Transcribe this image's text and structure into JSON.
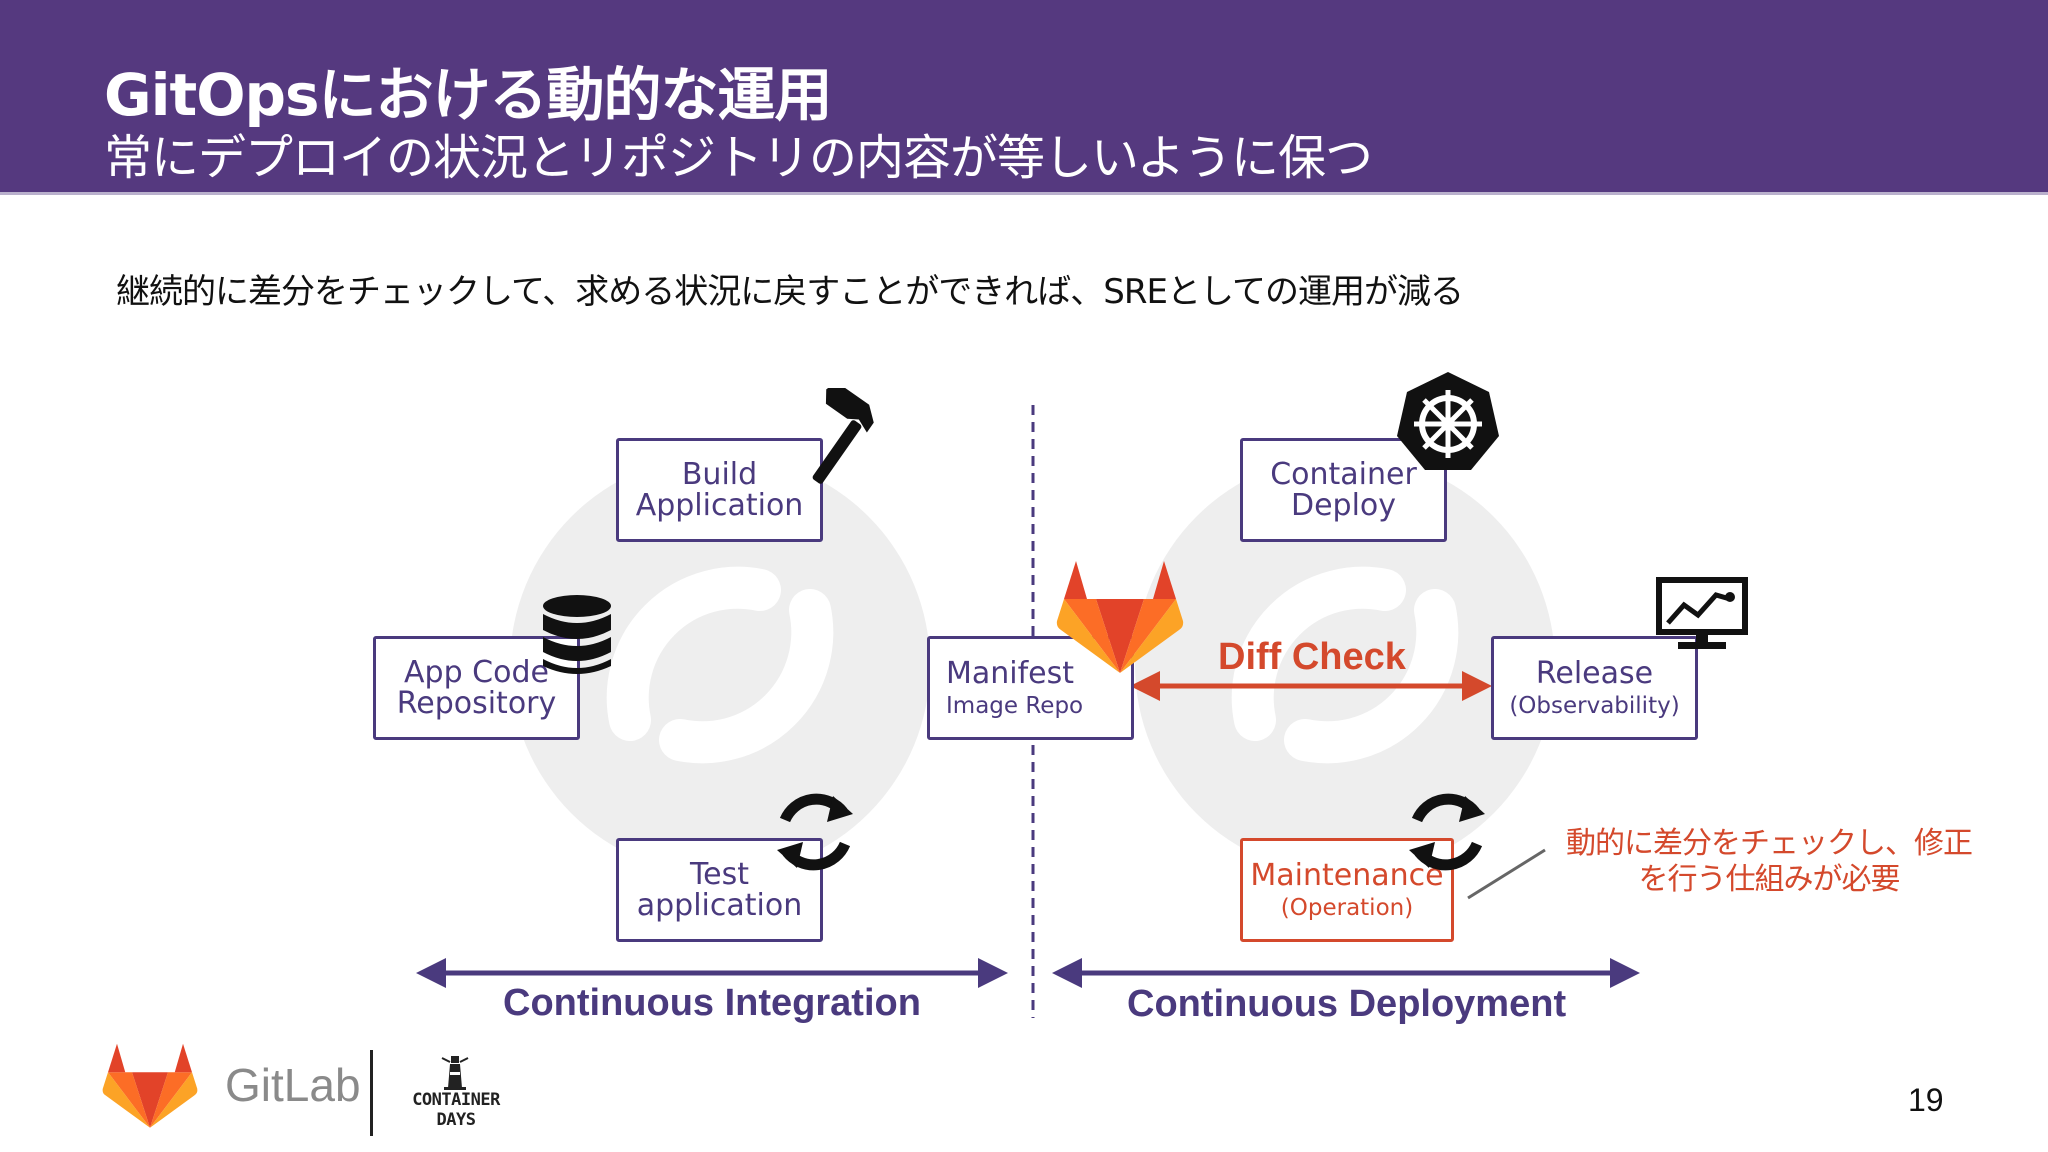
{
  "slide": {
    "title": "GitOpsにおける動的な運用",
    "subtitle": "常にデプロイの状況とリポジトリの内容が等しいように保つ",
    "lead": "継続的に差分をチェックして、求める状況に戻すことができれば、SREとしての運用が減る",
    "page_number": "19"
  },
  "colors": {
    "header_bg": "#55397f",
    "box_border": "#4a3a7e",
    "accent_red": "#d4492c"
  },
  "diagram": {
    "build": {
      "line1": "Build",
      "line2": "Application",
      "icon": "hammer-icon"
    },
    "app_code": {
      "line1": "App Code",
      "line2": "Repository",
      "icon": "database-icon"
    },
    "test": {
      "line1": "Test",
      "line2": "application",
      "icon": "sync-icon"
    },
    "manifest": {
      "line1": "Manifest",
      "line2": "Image Repo",
      "icon": "gitlab-fox-icon"
    },
    "container_deploy": {
      "line1": "Container",
      "line2": "Deploy",
      "icon": "kubernetes-icon"
    },
    "release": {
      "line1": "Release",
      "line2": "(Observability)",
      "icon": "monitor-chart-icon"
    },
    "maintenance": {
      "line1": "Maintenance",
      "line2": "(Operation)",
      "icon": "sync-icon"
    },
    "diff_check": "Diff Check",
    "ci_label": "Continuous Integration",
    "cd_label": "Continuous Deployment",
    "note_line1": "動的に差分をチェックし、修正",
    "note_line2": "を行う仕組みが必要"
  },
  "footer": {
    "gitlab_word": "GitLab",
    "container_days_line1": "CONTAINER",
    "container_days_line2": "DAYS"
  }
}
